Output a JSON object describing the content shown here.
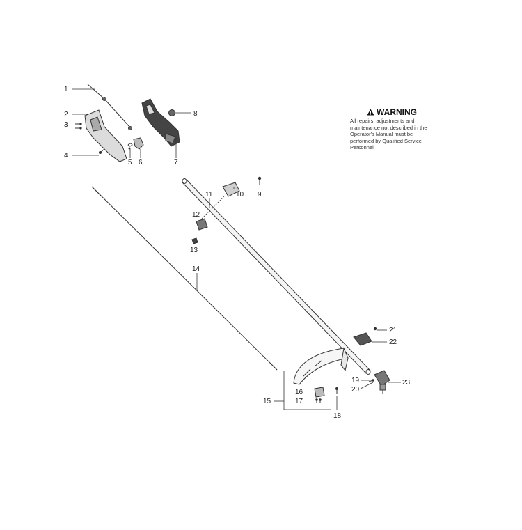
{
  "warning": {
    "title": "WARNING",
    "text": "All repairs, adjustments and maintenance not described in the Operator's Manual must be performed by Qualified Service Personnel",
    "icon": "warning-triangle-icon"
  },
  "callouts": {
    "c1": "1",
    "c2": "2",
    "c3": "3",
    "c4": "4",
    "c5": "5",
    "c6": "6",
    "c7": "7",
    "c8": "8",
    "c9": "9",
    "c10": "10",
    "c11": "11",
    "c12": "12",
    "c13": "13",
    "c14": "14",
    "c15": "15",
    "c16": "16",
    "c17": "17",
    "c18": "18",
    "c19": "19",
    "c20": "20",
    "c21": "21",
    "c22": "22",
    "c23": "23"
  },
  "colors": {
    "line": "#333333",
    "part_fill": "#d8d8d8",
    "part_dark": "#555555"
  }
}
